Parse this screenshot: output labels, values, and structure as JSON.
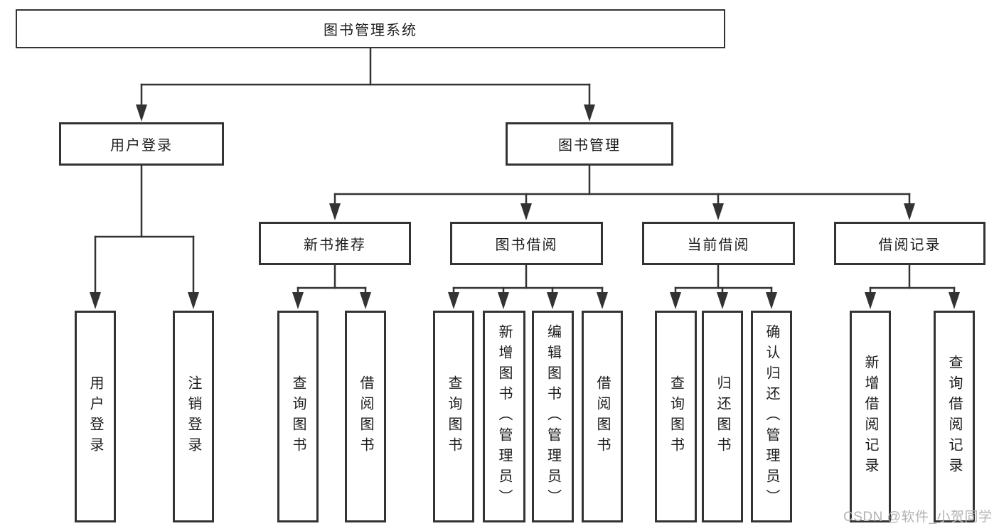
{
  "tree": {
    "root": {
      "label": "图书管理系统",
      "children": [
        {
          "label": "用户登录",
          "children": [
            {
              "label": "用户登录"
            },
            {
              "label": "注销登录"
            }
          ]
        },
        {
          "label": "图书管理",
          "children": [
            {
              "label": "新书推荐",
              "children": [
                {
                  "label": "查询图书"
                },
                {
                  "label": "借阅图书"
                }
              ]
            },
            {
              "label": "图书借阅",
              "children": [
                {
                  "label": "查询图书"
                },
                {
                  "label": "新增图书（管理员）"
                },
                {
                  "label": "编辑图书（管理员）"
                },
                {
                  "label": "借阅图书"
                }
              ]
            },
            {
              "label": "当前借阅",
              "children": [
                {
                  "label": "查询图书"
                },
                {
                  "label": "归还图书"
                },
                {
                  "label": "确认归还（管理员）"
                }
              ]
            },
            {
              "label": "借阅记录",
              "children": [
                {
                  "label": "新增借阅记录"
                },
                {
                  "label": "查询借阅记录"
                }
              ]
            }
          ]
        }
      ]
    }
  },
  "watermark": {
    "text": "CSDN @软件_小贺同学"
  },
  "colors": {
    "line": "#333333",
    "node_border": "#333333",
    "text": "#1c1c1c",
    "watermark": "#b3b3b3",
    "background": "#ffffff"
  }
}
